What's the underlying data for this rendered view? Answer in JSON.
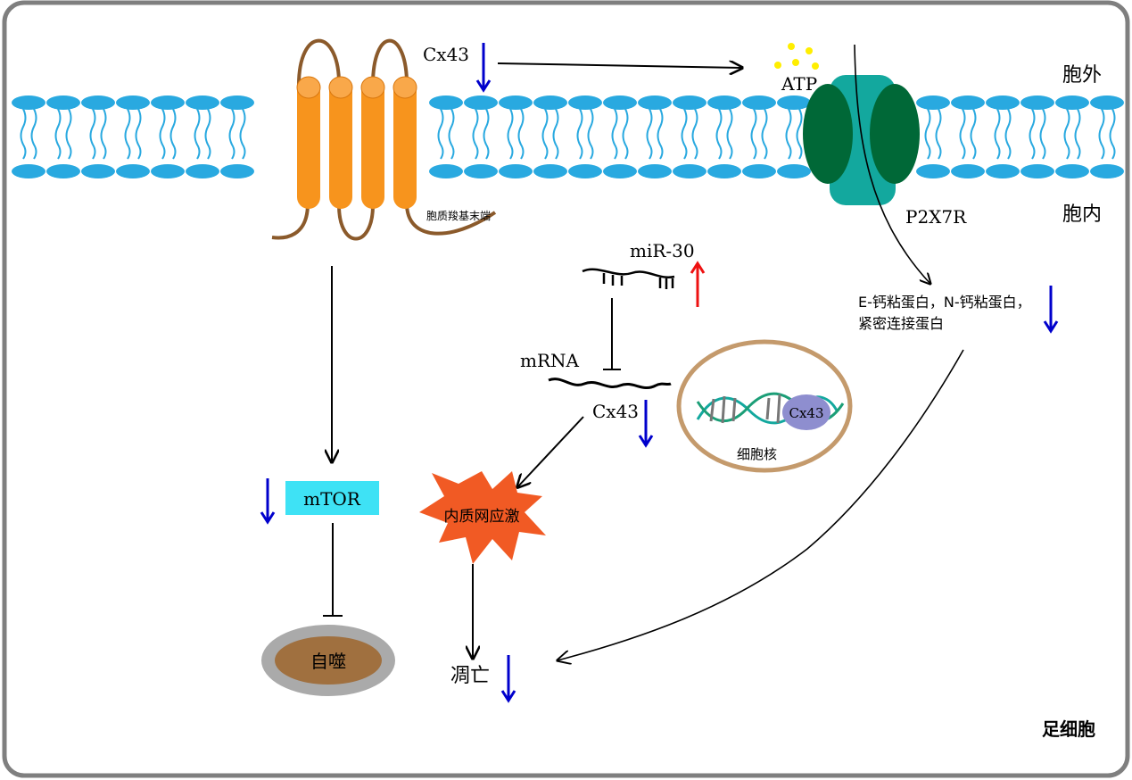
{
  "labels": {
    "cx43_top": "Cx43",
    "atp": "ATP",
    "extracellular": "胞外",
    "intracellular": "胞内",
    "p2x7r": "P2X7R",
    "c_terminus": "胞质羧基末端",
    "mir30": "miR-30",
    "mrna": "mRNA",
    "cx43_mrna": "Cx43",
    "nucleus": "细胞核",
    "cx43_nucleus": "Cx43",
    "cadherin_line1": "E-钙粘蛋白，N-钙粘蛋白，",
    "cadherin_line2": "紧密连接蛋白",
    "mtor": "mTOR",
    "er_stress": "内质网应激",
    "apoptosis": "凋亡",
    "autophagy": "自噬",
    "podocyte": "足细胞"
  },
  "colors": {
    "lipid_head": "#29a9e0",
    "connexin": "#f7941d",
    "loop": "#8b5a2b",
    "receptor_outer": "#13a89e",
    "receptor_inner": "#006837",
    "down_arrow": "#0000cc",
    "up_arrow": "#ee1111",
    "mtor_box": "#3ee2f5",
    "er_star": "#f15a24",
    "autophagy_outer": "#aaaaaa",
    "autophagy_inner": "#a0703f",
    "nucleus_ring": "#c49a6c",
    "atp_dots": "#ffee00",
    "cx43_bead": "#8e8ecf"
  }
}
